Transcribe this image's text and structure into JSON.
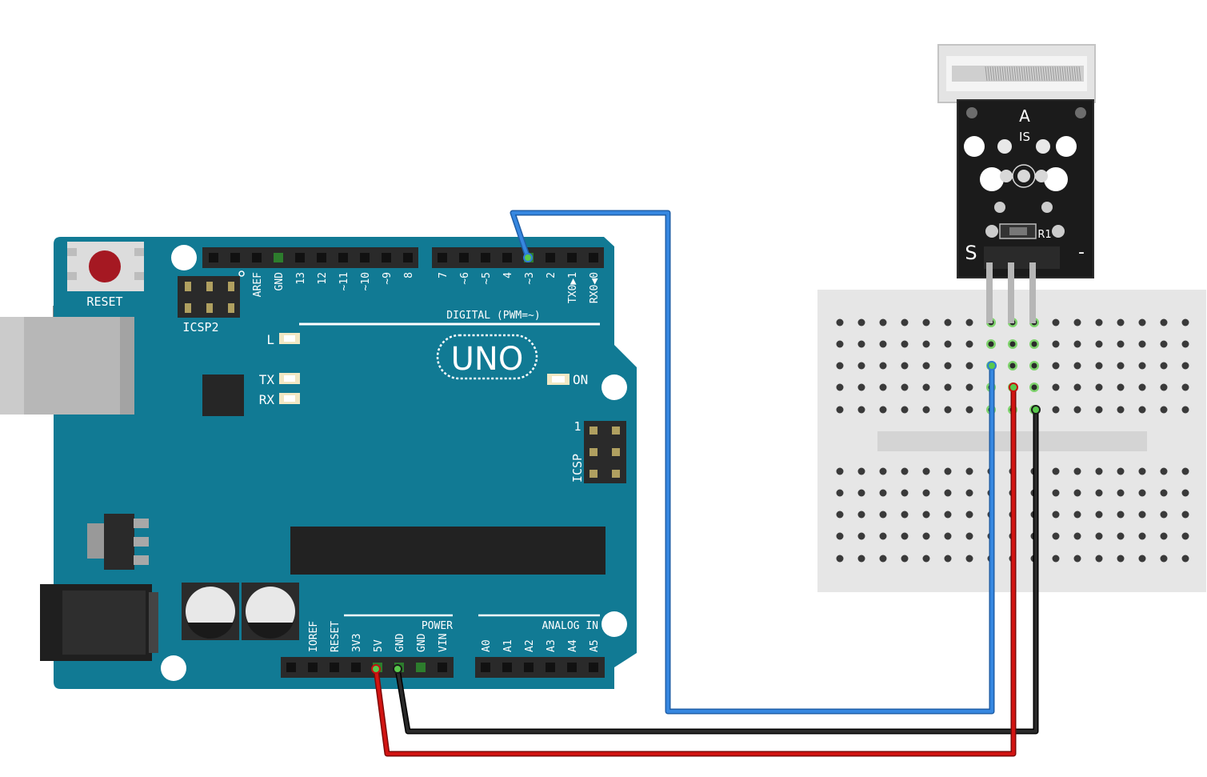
{
  "board": {
    "reset_label": "RESET",
    "icsp2_label": "ICSP2",
    "icsp_label": "ICSP",
    "icsp_pin1_label": "1",
    "digital_header_label": "DIGITAL (PWM=~)",
    "digital_pins": [
      "AREF",
      "GND",
      "13",
      "12",
      "~11",
      "~10",
      "~9",
      "8",
      "7",
      "~6",
      "~5",
      "4",
      "~3",
      "2",
      "TX0▶1",
      "RX0◀0"
    ],
    "power_section_label": "POWER",
    "power_pins": [
      "IOREF",
      "RESET",
      "3V3",
      "5V",
      "GND",
      "GND",
      "VIN"
    ],
    "analog_section_label": "ANALOG IN",
    "analog_pins": [
      "A0",
      "A1",
      "A2",
      "A3",
      "A4",
      "A5"
    ],
    "led_l_label": "L",
    "led_tx_label": "TX",
    "led_rx_label": "RX",
    "led_on_label": "ON",
    "logo_label": "UNO"
  },
  "sensor": {
    "label_a": "A",
    "label_is": "IS",
    "label_r1": "R1",
    "label_s": "S",
    "label_minus": "-"
  },
  "wires": [
    {
      "from": "~3",
      "to": "breadboard-left-column",
      "color": "#2f7bd6"
    },
    {
      "from": "5V",
      "to": "breadboard-middle-column",
      "color": "#c7100f"
    },
    {
      "from": "GND",
      "to": "breadboard-right-column",
      "color": "#1b1b1b"
    }
  ]
}
